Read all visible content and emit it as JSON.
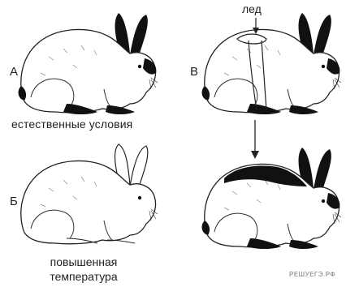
{
  "panels": {
    "a": {
      "letter": "А",
      "caption": "естественные условия"
    },
    "b": {
      "letter": "Б",
      "caption_line1": "повышенная",
      "caption_line2": "температура"
    },
    "v": {
      "letter": "В",
      "ice_label": "лед"
    }
  },
  "watermark": "РЕШУЕГЭ.РФ",
  "colors": {
    "ink": "#111111",
    "fur": "#ffffff"
  }
}
